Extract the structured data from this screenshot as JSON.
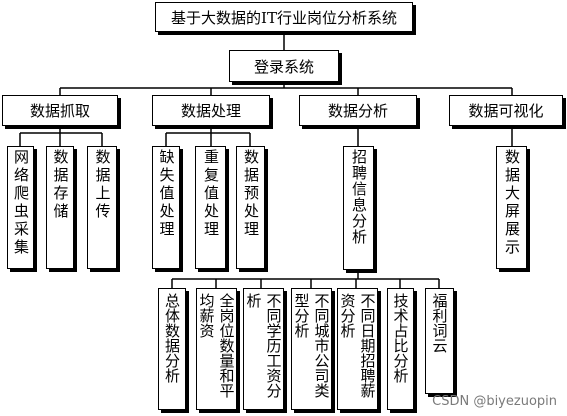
{
  "root": {
    "label": "基于大数据的IT行业岗位分析系统"
  },
  "login": {
    "label": "登录系统"
  },
  "modules": [
    {
      "label": "数据抓取",
      "children": [
        "网络爬虫采集",
        "数据存储",
        "数据上传"
      ]
    },
    {
      "label": "数据处理",
      "children": [
        "缺失值处理",
        "重复值处理",
        "数据预处理"
      ]
    },
    {
      "label": "数据分析",
      "children": [
        "招聘信息分析"
      ]
    },
    {
      "label": "数据可视化",
      "children": [
        "数据大屏展示"
      ]
    }
  ],
  "analysis_items": [
    "总体数据分析",
    "全岗位数量和平均薪资",
    "不同学历工资分析",
    "不同城市公司类型分析",
    "不同日期招聘薪资分析",
    "技术占比分析",
    "福利词云"
  ],
  "watermark": "CSDN @biyezuopin"
}
